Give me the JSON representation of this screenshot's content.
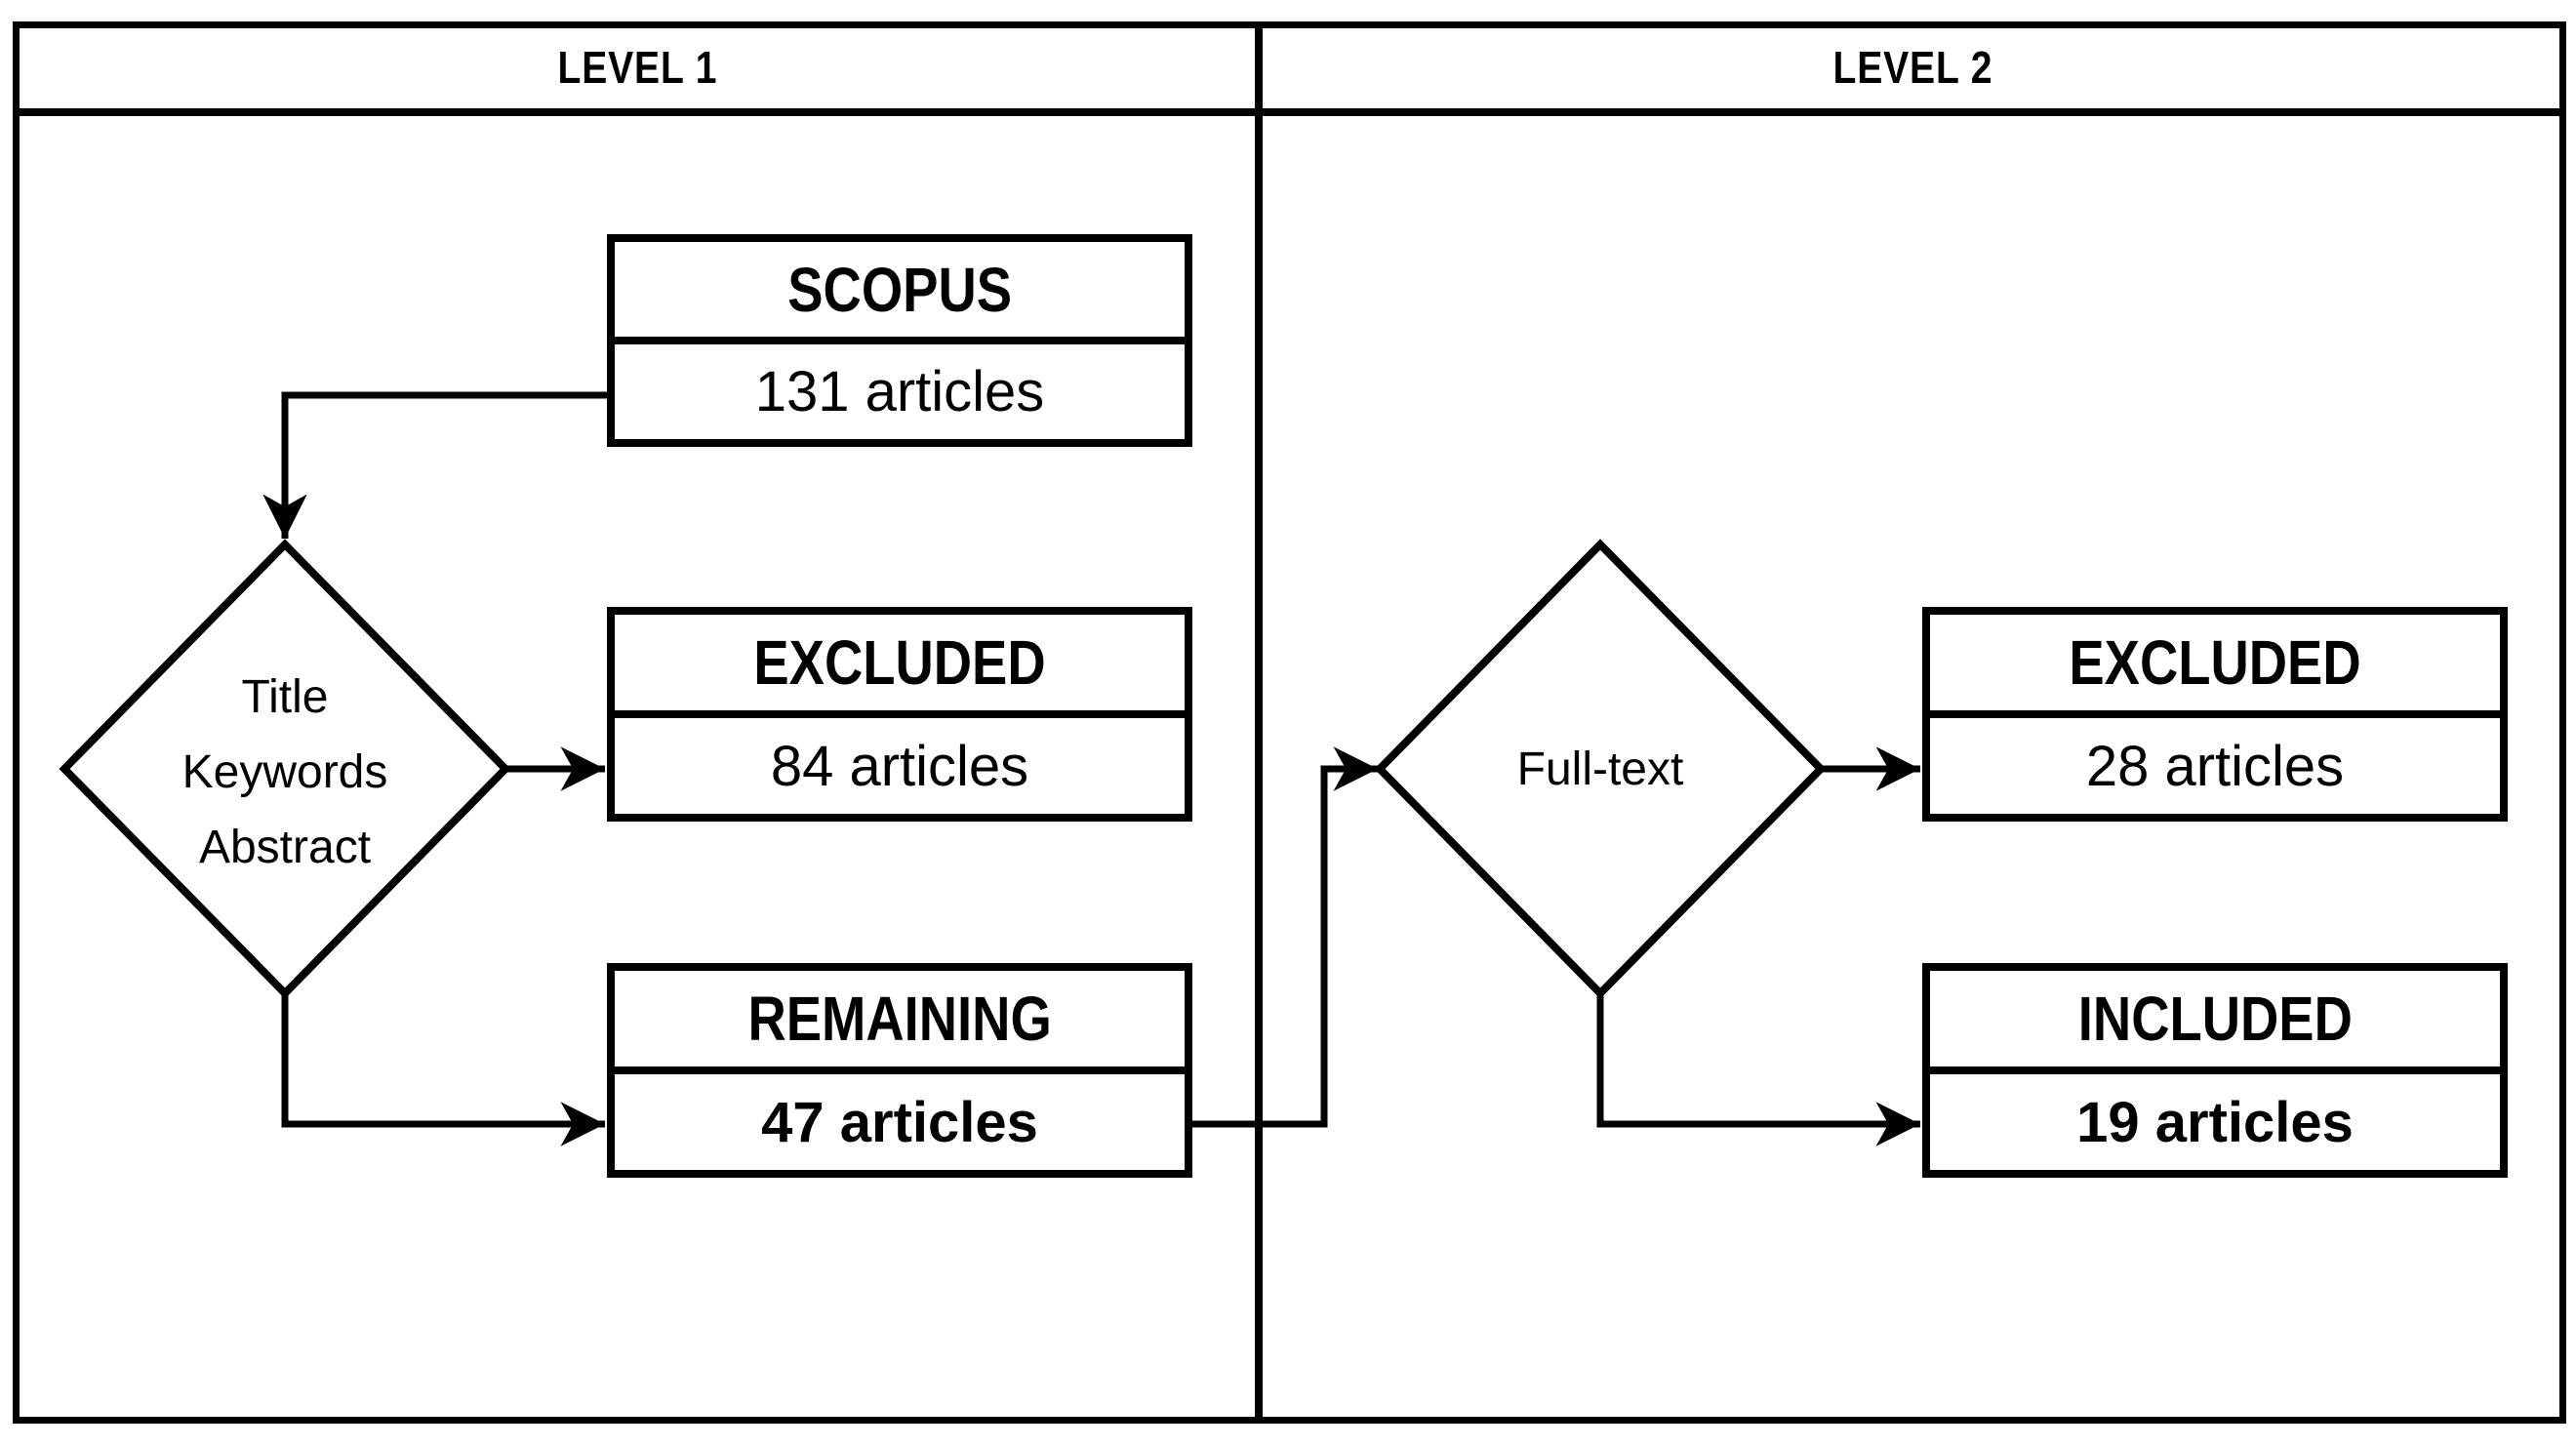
{
  "header": {
    "level1": "LEVEL 1",
    "level2": "LEVEL 2"
  },
  "level1": {
    "source": {
      "title": "SCOPUS",
      "value": "131 articles"
    },
    "screen": {
      "line1": "Title",
      "line2": "Keywords",
      "line3": "Abstract"
    },
    "excluded": {
      "title": "EXCLUDED",
      "value": "84 articles"
    },
    "remaining": {
      "title": "REMAINING",
      "value": "47 articles"
    }
  },
  "level2": {
    "screen": {
      "label": "Full-text"
    },
    "excluded": {
      "title": "EXCLUDED",
      "value": "28 articles"
    },
    "included": {
      "title": "INCLUDED",
      "value": "19 articles"
    }
  },
  "colors": {
    "line": "#000000",
    "background": "#ffffff",
    "text": "#000000"
  }
}
